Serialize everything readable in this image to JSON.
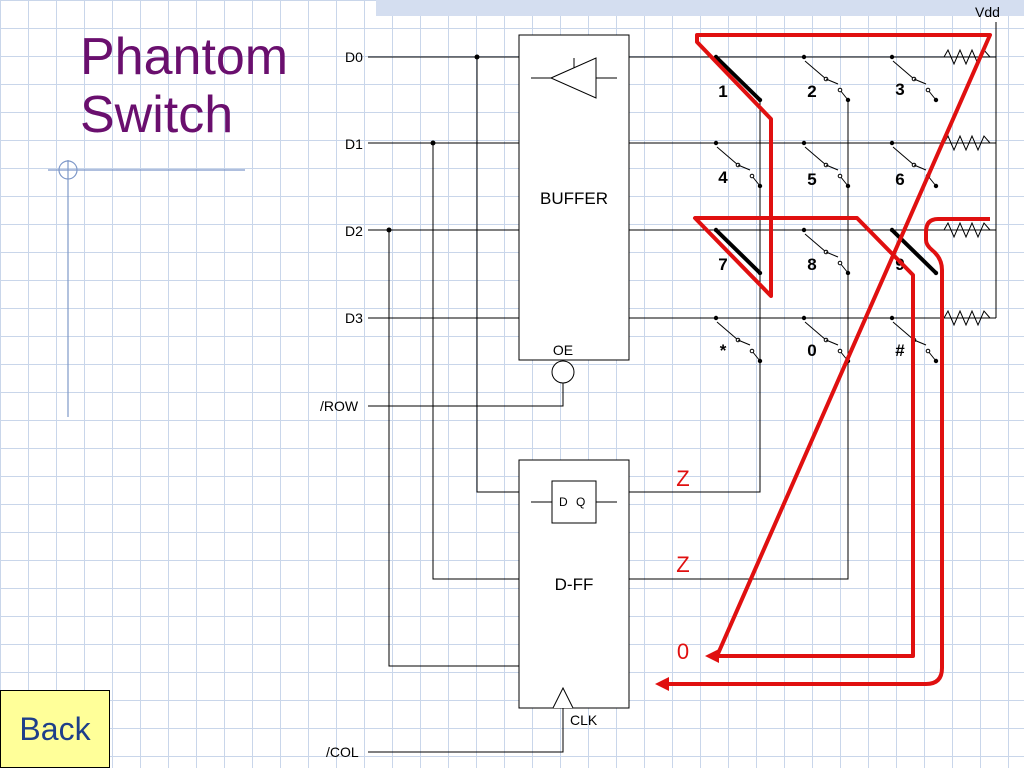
{
  "slide": {
    "title_lines": [
      "Phantom",
      "Switch"
    ],
    "back_label": "Back"
  },
  "diagram": {
    "vdd_label": "Vdd",
    "data_lines": [
      "D0",
      "D1",
      "D2",
      "D3"
    ],
    "row_label": "/ROW",
    "col_label": "/COL",
    "buffer_label": "BUFFER",
    "oe_label": "OE",
    "dff_label": "D-FF",
    "dff_d_label": "D",
    "dff_q_label": "Q",
    "clk_label": "CLK",
    "keys": [
      "1",
      "2",
      "3",
      "4",
      "5",
      "6",
      "7",
      "8",
      "9",
      "*",
      "0",
      "#"
    ],
    "pressed_keys": [
      "1",
      "7",
      "9"
    ],
    "outputs": [
      "Z",
      "Z",
      "0"
    ],
    "colors": {
      "title": "#6a0f6e",
      "path": "#e01010",
      "back_button": "#ffff99",
      "grid": "#c9d6ea"
    }
  }
}
